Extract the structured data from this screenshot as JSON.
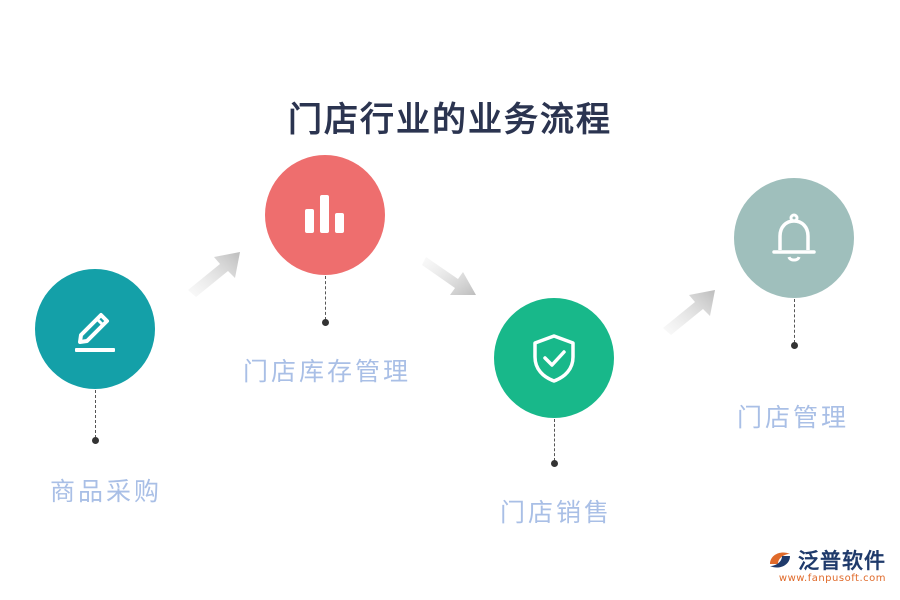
{
  "title": "门店行业的业务流程",
  "steps": [
    {
      "label": "商品采购",
      "icon": "pencil-icon",
      "color": "#14a0a8"
    },
    {
      "label": "门店库存管理",
      "icon": "bar-chart-icon",
      "color": "#ee6e6e"
    },
    {
      "label": "门店销售",
      "icon": "shield-check-icon",
      "color": "#18b88a"
    },
    {
      "label": "门店管理",
      "icon": "bell-icon",
      "color": "#9fbfbc"
    }
  ],
  "logo": {
    "name": "泛普软件",
    "url": "www.fanpusoft.com"
  }
}
